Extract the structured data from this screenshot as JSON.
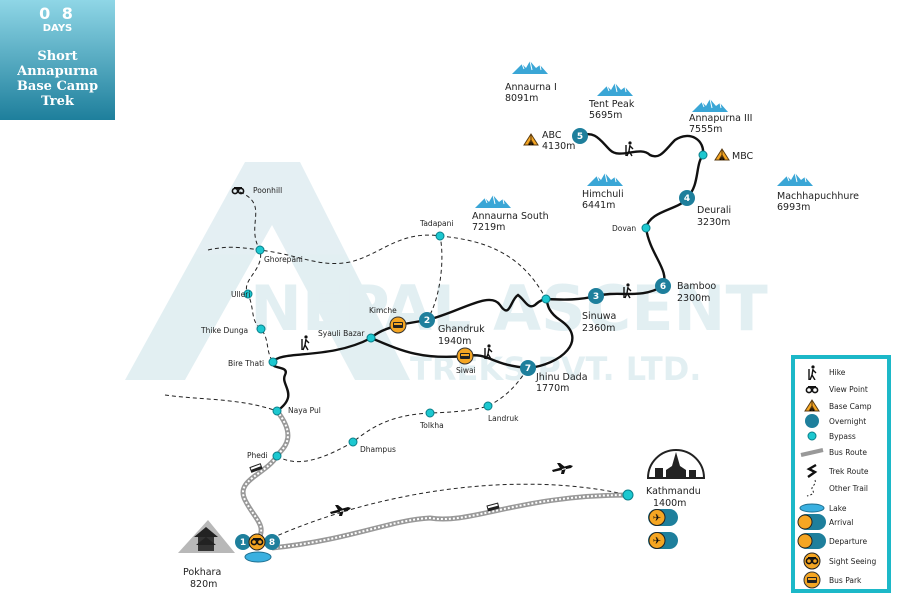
{
  "title": {
    "days_number": "0 8",
    "days_label": "DAYS",
    "trip_name": "Short Annapurna Base Camp Trek"
  },
  "watermark": {
    "line1": "NEPAL ASCENT",
    "line2": "TREKS PVT. LTD."
  },
  "colors": {
    "overnight": "#1e7f9c",
    "bypass": "#1cc8d0",
    "accent": "#f5a623",
    "legend_border": "#1cb8c8"
  },
  "mountains": [
    {
      "name": "Annaurna I",
      "height": "8091m"
    },
    {
      "name": "Tent Peak",
      "height": "5695m"
    },
    {
      "name": "Annapurna III",
      "height": "7555m"
    },
    {
      "name": "Himchuli",
      "height": "6441m"
    },
    {
      "name": "Machhapuchhure",
      "height": "6993m"
    },
    {
      "name": "Annaurna South",
      "height": "7219m"
    }
  ],
  "overnight": [
    {
      "n": "1",
      "name": "Pokhara",
      "alt": "820m"
    },
    {
      "n": "2",
      "name": "Ghandruk",
      "alt": "1940m"
    },
    {
      "n": "3",
      "name": "Sinuwa",
      "alt": "2360m"
    },
    {
      "n": "4",
      "name": "Deurali",
      "alt": "3230m"
    },
    {
      "n": "5",
      "name": "ABC",
      "alt": "4130m"
    },
    {
      "n": "6",
      "name": "Bamboo",
      "alt": "2300m"
    },
    {
      "n": "7",
      "name": "Jhinu Dada",
      "alt": "1770m"
    },
    {
      "n": "8"
    }
  ],
  "places": {
    "poonhill": "Poonhill",
    "ghorepani": "Ghorepani",
    "ulleri": "Ulleri",
    "thike": "Thike Dunga",
    "bire": "Bire Thati",
    "nayapul": "Naya Pul",
    "phedi": "Phedi",
    "dhampus": "Dhampus",
    "tolkha": "Tolkha",
    "landruk": "Landruk",
    "tadapani": "Tadapani",
    "kimche": "Kimche",
    "syauli": "Syauli Bazar",
    "siwai": "Siwai",
    "dovan": "Dovan",
    "mbc": "MBC",
    "kathmandu": "Kathmandu",
    "kathmandu_alt": "1400m"
  },
  "legend": [
    {
      "icon": "hike",
      "label": "Hike"
    },
    {
      "icon": "view-point",
      "label": "View Point"
    },
    {
      "icon": "base-camp",
      "label": "Base Camp"
    },
    {
      "icon": "overnight",
      "label": "Overnight"
    },
    {
      "icon": "bypass",
      "label": "Bypass"
    },
    {
      "icon": "bus-route",
      "label": "Bus Route"
    },
    {
      "icon": "trek-route",
      "label": "Trek Route"
    },
    {
      "icon": "other-trail",
      "label": "Other Trail"
    },
    {
      "icon": "lake",
      "label": "Lake"
    },
    {
      "icon": "arrival",
      "label": "Arrival"
    },
    {
      "icon": "departure",
      "label": "Departure"
    },
    {
      "icon": "sight-seeing",
      "label": "Sight Seeing"
    },
    {
      "icon": "bus-park",
      "label": "Bus Park"
    }
  ]
}
